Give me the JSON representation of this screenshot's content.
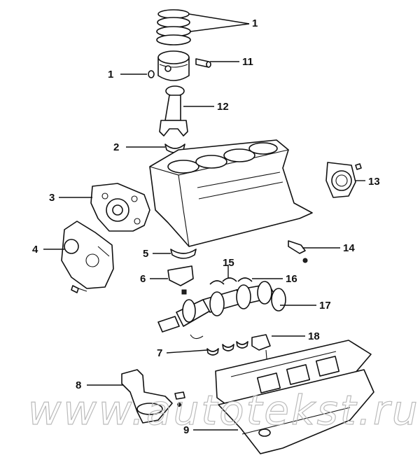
{
  "callouts": {
    "c1a": "1",
    "c1b": "1",
    "c2": "2",
    "c3": "3",
    "c4": "4",
    "c5": "5",
    "c6": "6",
    "c7": "7",
    "c8": "8",
    "c9": "9",
    "c11": "11",
    "c12": "12",
    "c13": "13",
    "c14": "14",
    "c15": "15",
    "c16": "16",
    "c17": "17",
    "c18": "18"
  },
  "watermark": "www.autotekst.ru"
}
